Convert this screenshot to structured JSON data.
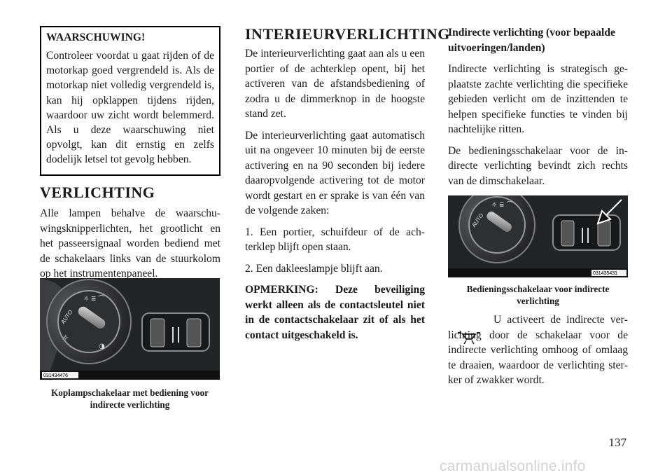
{
  "warning": {
    "title": "WAARSCHUWING!",
    "text": "Controleer voordat u gaat rijden of de motorkap goed vergrendeld is. Als de motorkap niet volledig ver­grendeld is, kan hij opklappen tij­dens rijden, waardoor uw zicht wordt belemmerd. Als u deze waar­schuwing niet opvolgt, kan dit ern­stig en zelfs dodelijk letsel tot ge­volg hebben."
  },
  "verlichting": {
    "heading": "VERLICHTING",
    "text": "Alle lampen behalve de waarschu­wingsknipperlichten, het grootlicht en het passeersignaal worden bediend met de schakelaars links van de stuur­kolom op het instrumentenpaneel.",
    "image_code": "031434476",
    "caption": "Koplampschakelaar met bediening voor indirecte verlichting"
  },
  "interieur": {
    "heading": "INTERIEURVERLICHTING",
    "p1": "De interieurverlichting gaat aan als u een portier of de achterklep opent, bij het activeren van de afstandsbedie­ning of zodra u de dimmerknop in de hoogste stand zet.",
    "p2": "De interieurverlichting gaat automa­tisch uit na ongeveer 10 minuten bij de eerste activering en na 90 seconden bij iedere daaropvolgende activering tot de motor wordt gestart en er sprake is van één van de volgende zaken:",
    "item1": "1. Een portier, schuifdeur of de ach­terklep blijft open staan.",
    "item2": "2. Een dakleeslampje blijft aan.",
    "note": "OPMERKING: Deze beveiliging werkt alleen als de contactsleutel niet in de contactschakelaar zit of als het contact uitgeschakeld is."
  },
  "indirect": {
    "heading": "Indirecte verlichting (voor bepaalde uitvoeringen/landen)",
    "p1": "Indirecte verlichting is strategisch ge­plaatste zachte verlichting die speci­fieke gebieden verlicht om de inzit­tenden te helpen specifieke functies te vinden bij nachtelijke ritten.",
    "p2": "De bedieningsschakelaar voor de in­directe verlichting bevindt zich rechts van de dimschakelaar.",
    "image_code": "031435431",
    "caption": "Bedieningsschakelaar voor indirecte verlichting",
    "p3": "U activeert de indirecte ver­lichting door de schakelaar voor de indirecte verlich­ting omhoog of omlaag te draaien, waardoor de verlichting ster­ker of zwakker wordt."
  },
  "knob_label": "AUTO",
  "icon": "indirect-light-icon",
  "page_number": "137",
  "watermark": "carmanualsonline.info"
}
